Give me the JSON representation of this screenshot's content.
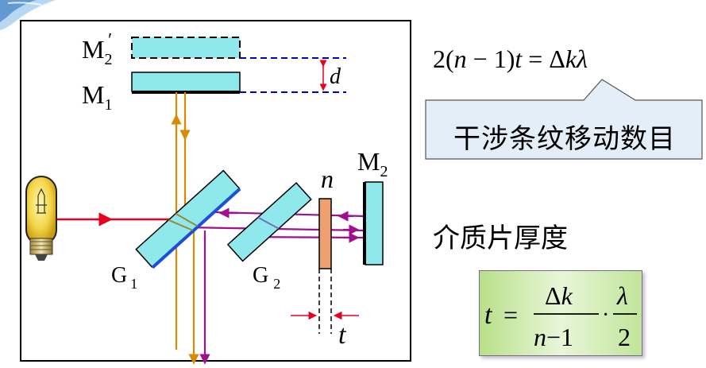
{
  "labels": {
    "m2_prime_main": "M",
    "m2_prime_sub": "2",
    "m2_prime_mark": "′",
    "m1_main": "M",
    "m1_sub": "1",
    "m2_main": "M",
    "m2_sub": "2",
    "g1_main": "G",
    "g1_sub": "1",
    "g2_main": "G",
    "g2_sub": "2",
    "n": "n",
    "d": "d",
    "t": "t"
  },
  "formula_main": {
    "prefix": "2(",
    "n": "n",
    "minus_one": " − 1)",
    "t": "t",
    "equals": " = Δ",
    "k": "k",
    "lambda": "λ"
  },
  "callout": "干涉条纹移动数目",
  "thickness_label": "介质片厚度",
  "formula_t": {
    "t": "t",
    "equals": "=",
    "num1_delta": "Δ",
    "num1_k": "k",
    "den1_n": "n",
    "den1_rest": "−1",
    "dot": "·",
    "num2": "λ",
    "den2": "2"
  },
  "colors": {
    "mirror_fill": "#8ee8ec",
    "orange_beam": "#d88b00",
    "red_beam": "#e8001c",
    "purple_beam": "#a0108c",
    "sample_fill": "#f0a070",
    "dash_blue": "#0000cc",
    "callout_fill": "#e4eef8",
    "formula_box_green": "#b8e08a"
  }
}
